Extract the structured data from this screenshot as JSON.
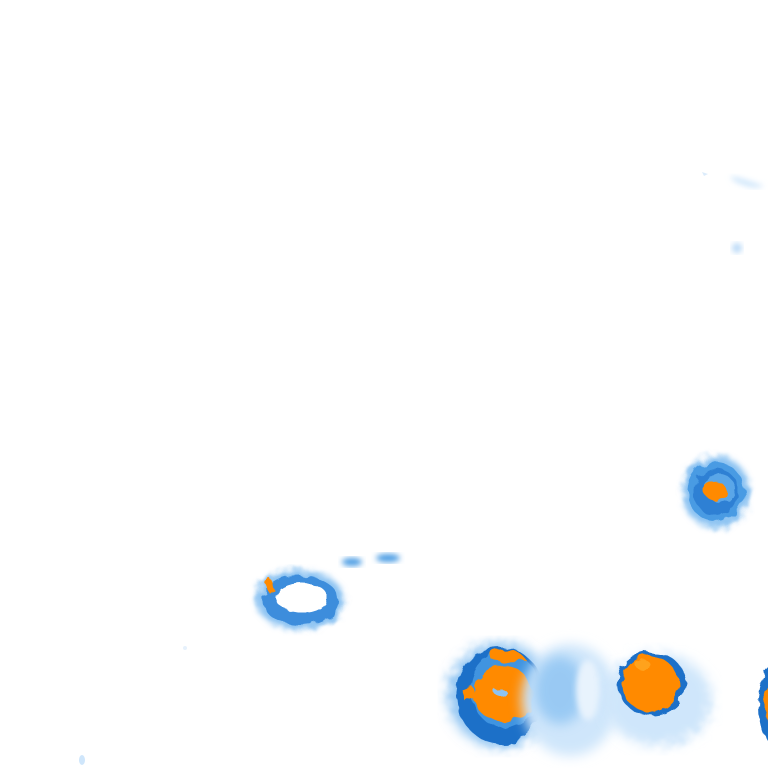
{
  "image": {
    "description_note": "",
    "palette": {
      "background": "#ffffff",
      "faint_blue": "#cfe6fb",
      "light_blue": "#8cc3f2",
      "mid_blue": "#4a9be3",
      "deep_blue": "#1f6fc8",
      "hot_orange": "#ff8a00",
      "orange_light": "#ffa21f"
    },
    "elements": [
      "blob-top-right-streak",
      "blob-top-right-dot",
      "cell-right-middle",
      "cell-left-ring",
      "fragments-small",
      "cell-bottom-left-large",
      "cell-bottom-center-diffuse",
      "cell-bottom-right",
      "cell-edge-right"
    ]
  }
}
